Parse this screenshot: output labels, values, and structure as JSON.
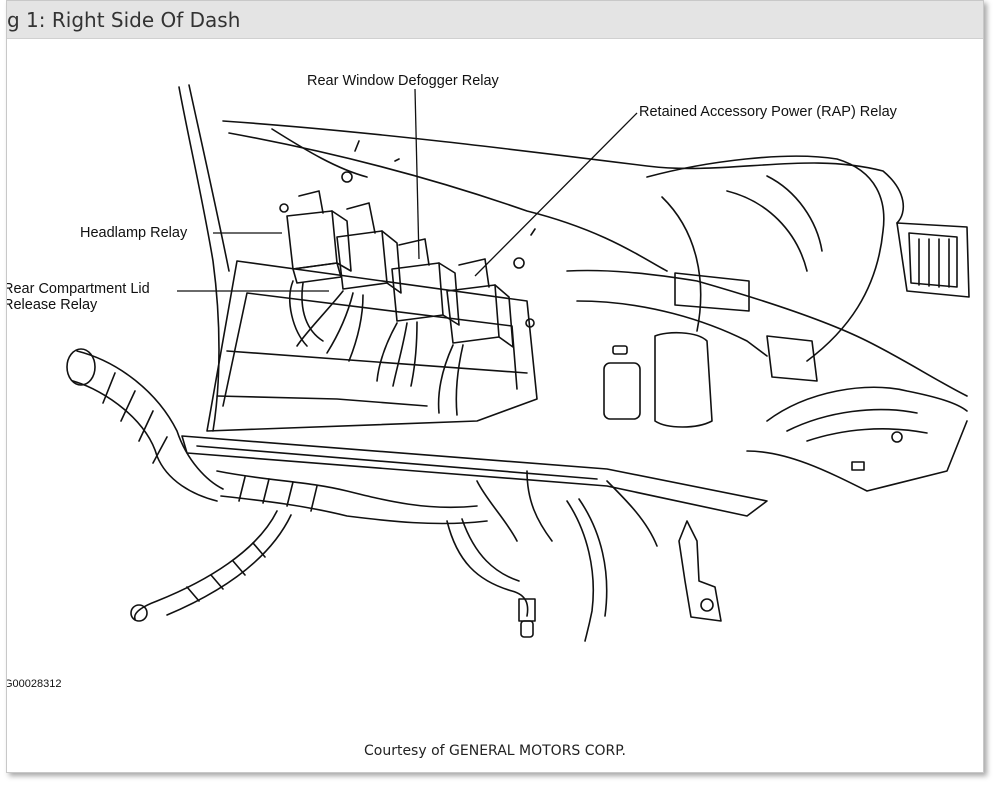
{
  "header": {
    "title": "g 1: Right Side Of Dash"
  },
  "callouts": {
    "rear_window_defogger_relay": "Rear Window Defogger Relay",
    "rap_relay": "Retained Accessory Power (RAP) Relay",
    "headlamp_relay": "Headlamp Relay",
    "rear_compartment_lid_line1": "Rear Compartment Lid",
    "rear_compartment_lid_line2": "Release Relay"
  },
  "figure_id": "G00028312",
  "courtesy": "Courtesy of GENERAL MOTORS CORP.",
  "colors": {
    "title_bar": "#e4e4e4",
    "line_art": "#111111"
  }
}
